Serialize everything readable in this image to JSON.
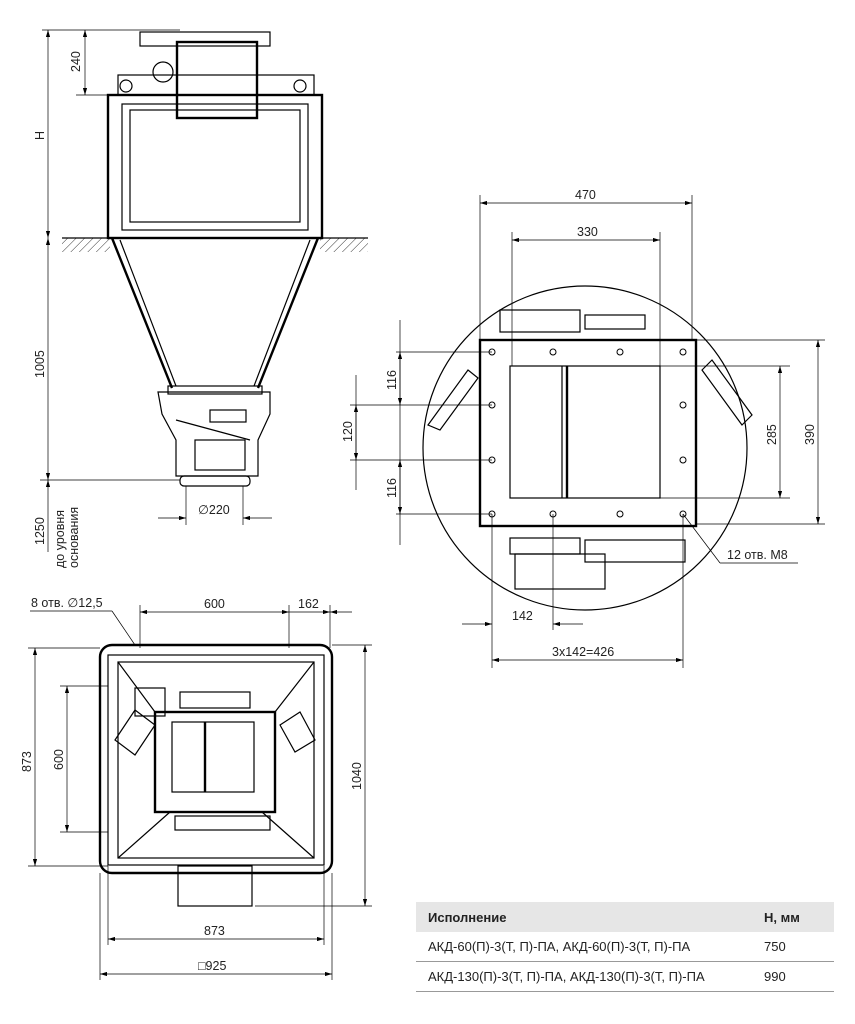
{
  "elevation": {
    "dim_240": "240",
    "dim_H": "H",
    "dim_1005": "1005",
    "dim_1250": "1250",
    "note_1250_line1": "до уровня",
    "note_1250_line2": "основания",
    "dim_d220": "∅220"
  },
  "detail": {
    "dim_470": "470",
    "dim_330": "330",
    "dim_116_top": "116",
    "dim_120": "120",
    "dim_116_bottom": "116",
    "dim_285": "285",
    "dim_390": "390",
    "holes_note": "12 отв. М8",
    "dim_142": "142",
    "dim_3x142": "3x142=426"
  },
  "plan": {
    "holes_note": "8 отв. ∅12,5",
    "dim_600_top": "600",
    "dim_162": "162",
    "dim_873_left": "873",
    "dim_600_left": "600",
    "dim_1040": "1040",
    "dim_873_bottom": "873",
    "dim_925": "□925"
  },
  "spec_table": {
    "headers": [
      "Исполнение",
      "H, мм"
    ],
    "rows": [
      {
        "model": "АКД-60(П)-3(Т, П)-ПА, АКД-60(П)-3(Т, П)-ПА",
        "h": "750"
      },
      {
        "model": "АКД-130(П)-3(Т, П)-ПА, АКД-130(П)-3(Т, П)-ПА",
        "h": "990"
      }
    ]
  }
}
